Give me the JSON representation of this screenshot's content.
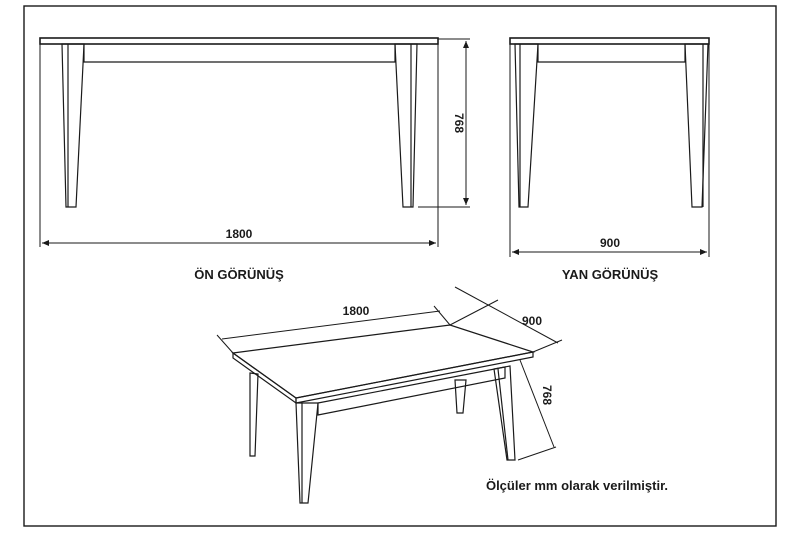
{
  "front_view": {
    "title": "ÖN GÖRÜNÜŞ",
    "width_label": "1800",
    "height_label": "768"
  },
  "side_view": {
    "title": "YAN GÖRÜNÜŞ",
    "width_label": "900"
  },
  "perspective_view": {
    "length_label": "1800",
    "depth_label": "900",
    "height_label": "768"
  },
  "note": "Ölçüler mm olarak verilmiştir."
}
